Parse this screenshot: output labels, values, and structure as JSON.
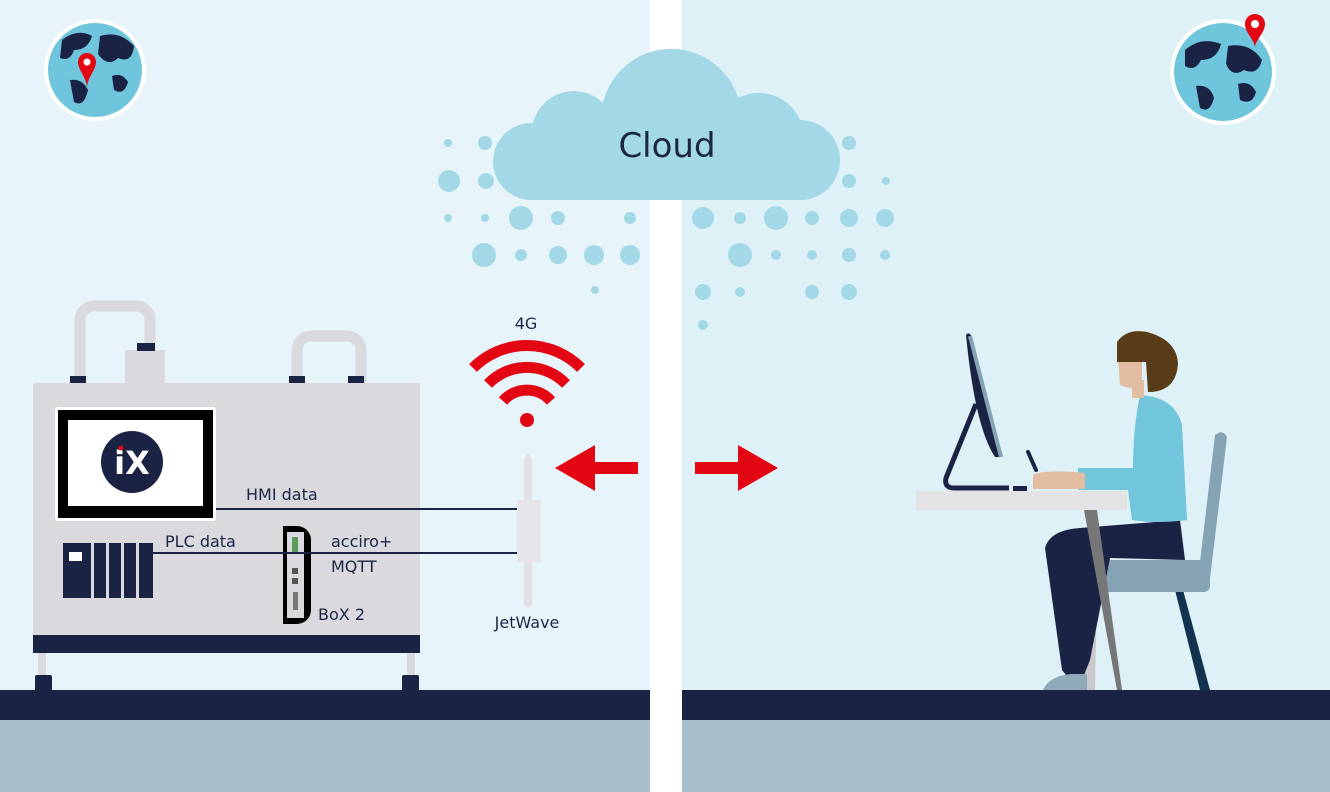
{
  "cloud": {
    "label": "Cloud"
  },
  "machine": {
    "hmi_logo": "iX",
    "hmi_label": "HMI data",
    "plc_label": "PLC data",
    "protocol_line1": "acciro+",
    "protocol_line2": "MQTT",
    "gateway_label": "BoX 2"
  },
  "network": {
    "signal_label": "4G",
    "antenna_label": "JetWave"
  },
  "colors": {
    "accent_red": "#e30613",
    "navy": "#1b2344",
    "sky_left": "#e7f5fa",
    "sky_right": "#def1f7",
    "cloud": "#a3d9e7"
  }
}
